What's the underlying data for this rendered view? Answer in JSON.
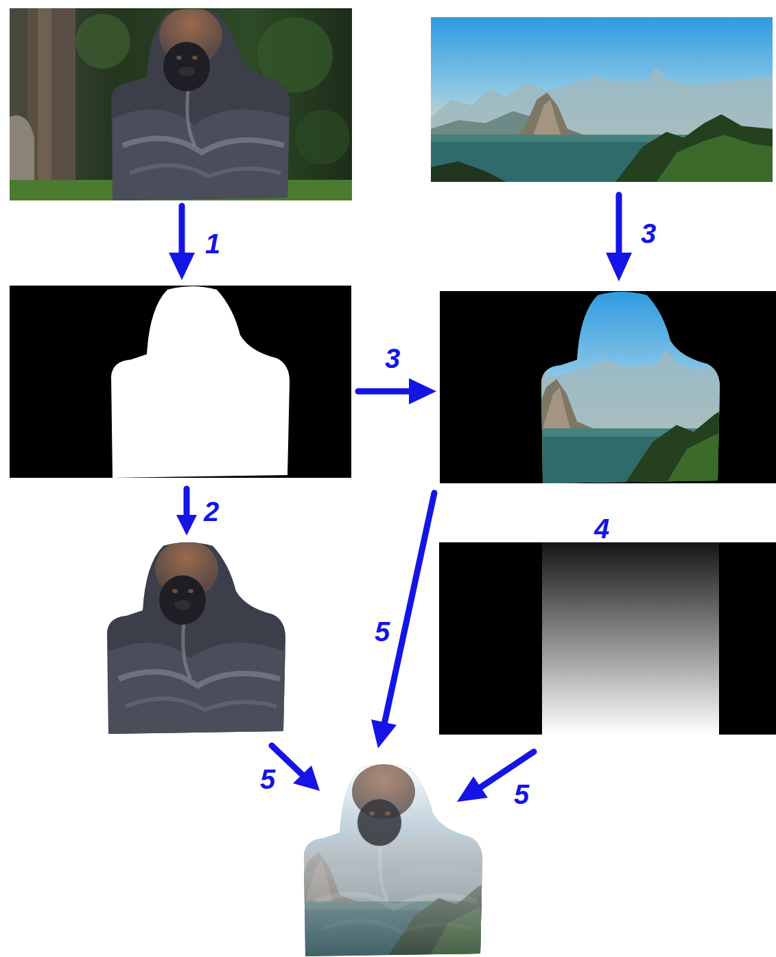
{
  "diagram": {
    "labels": [
      "1",
      "3",
      "3",
      "2",
      "4",
      "5",
      "5",
      "5"
    ]
  }
}
